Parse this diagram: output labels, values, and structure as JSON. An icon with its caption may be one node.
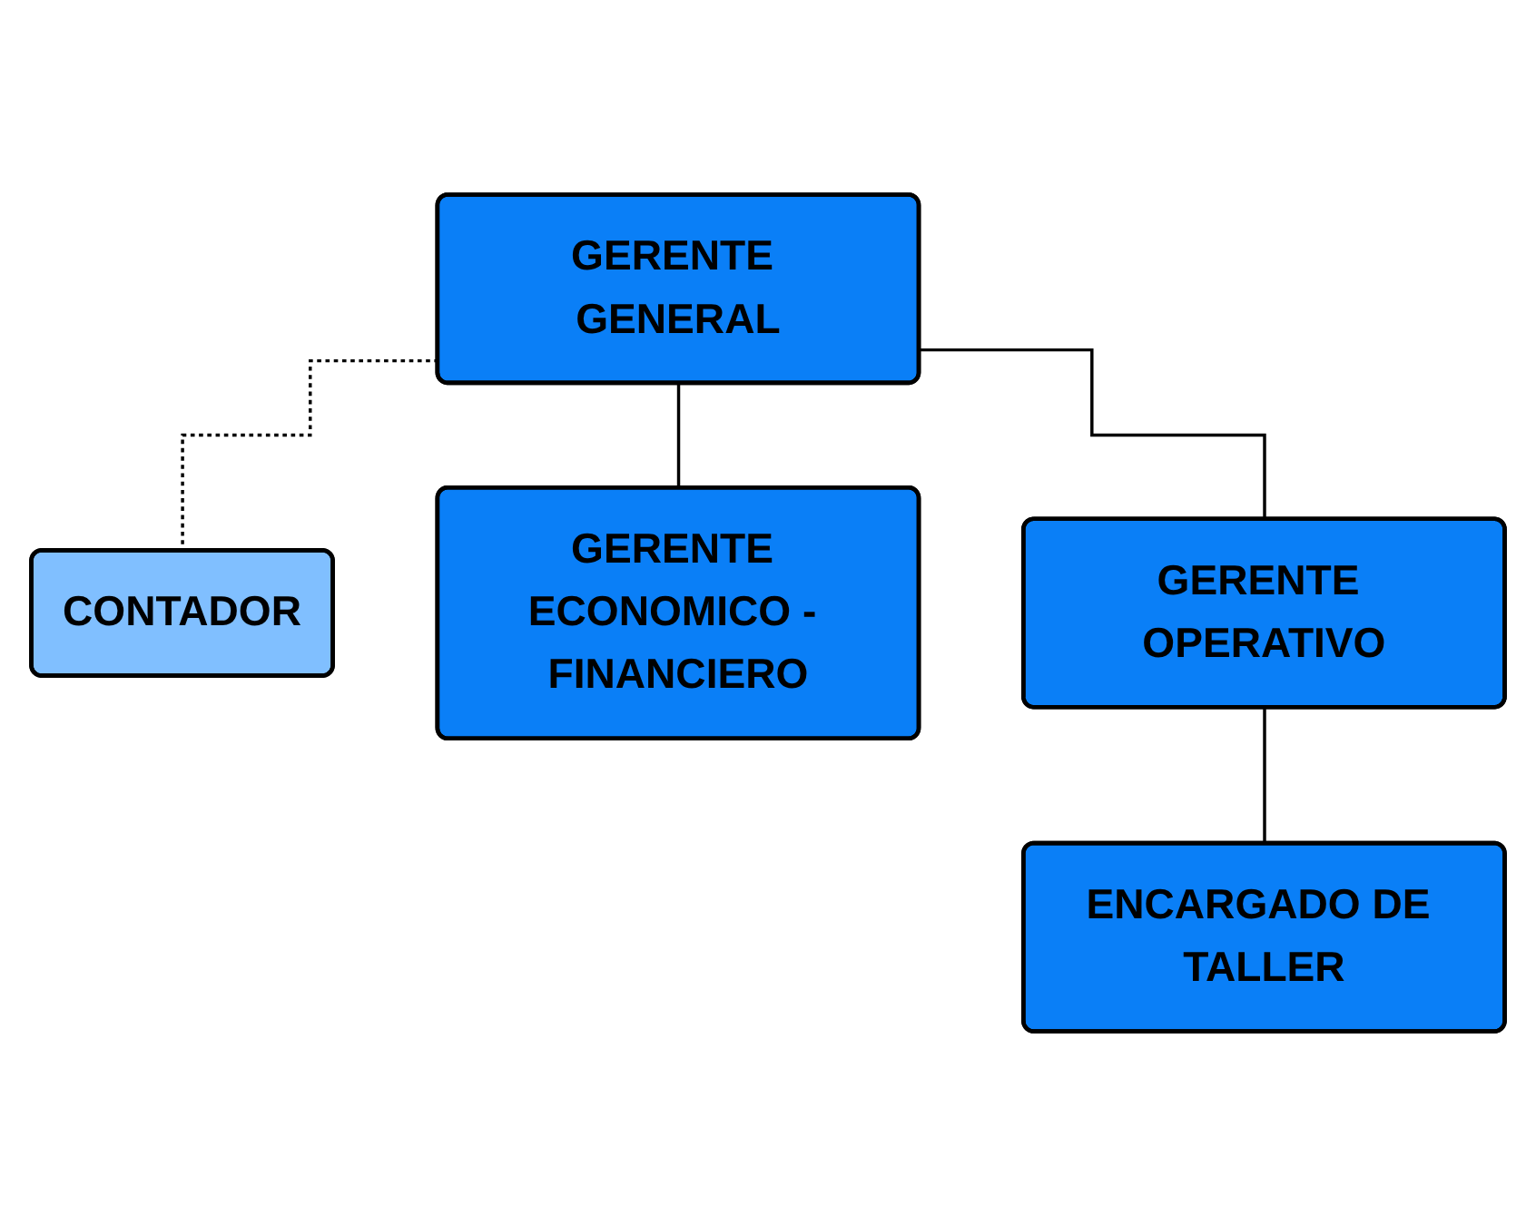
{
  "diagram": {
    "nodes": [
      {
        "text": [
          "GERENTE GENERAL"
        ]
      },
      {
        "text": [
          "CONTADOR"
        ]
      },
      {
        "text": [
          "GERENTE ECONOMICO - FINANCIERO"
        ]
      },
      {
        "text": [
          "GERENTE OPERATIVO"
        ]
      },
      {
        "text": [
          "ENCARGADO DE TALLER"
        ]
      }
    ],
    "edges": [
      {
        "from": 0,
        "to": 1,
        "arrow": "none",
        "style": "dashed"
      },
      {
        "from": 0,
        "to": 2,
        "arrow": "none"
      },
      {
        "from": 0,
        "to": 3,
        "arrow": "none"
      },
      {
        "from": 3,
        "to": 4,
        "arrow": "none"
      }
    ]
  }
}
